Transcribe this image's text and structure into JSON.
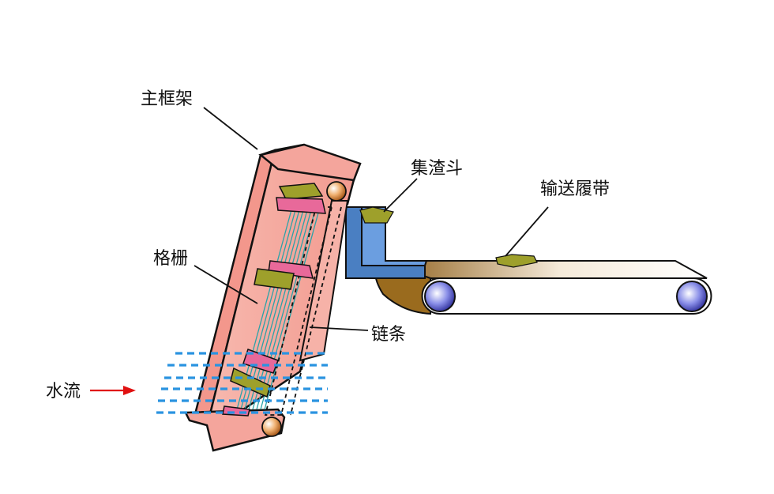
{
  "labels": {
    "main_frame": "主框架",
    "grid": "格栅",
    "water_flow": "水流",
    "chain": "链条",
    "hopper": "集渣斗",
    "conveyor": "输送履带"
  },
  "colors": {
    "frame_fill": "#f4a59c",
    "frame_stroke": "#111111",
    "bar_pink": "#e8699a",
    "bar_olive": "#9ea02b",
    "hopper_blue": "#5b8fd1",
    "water_blue": "#2a93e0",
    "arrow_red": "#e01010",
    "belt_brown": "#9a6b1e"
  }
}
